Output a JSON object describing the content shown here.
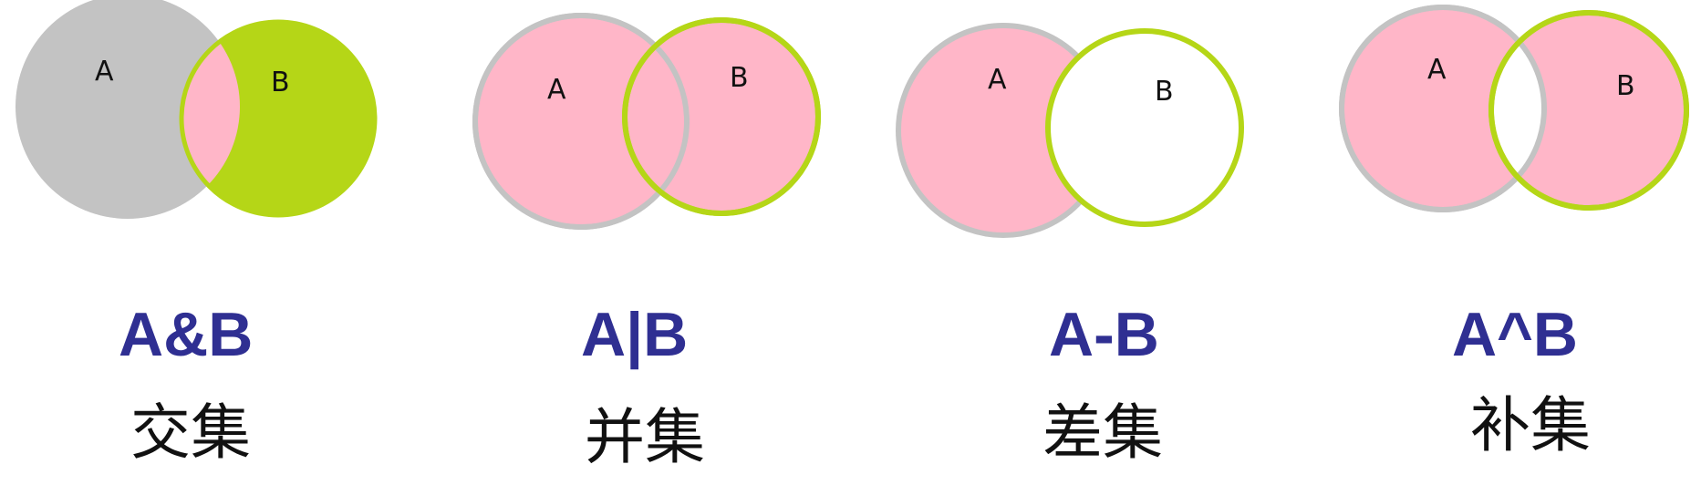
{
  "colors": {
    "set_a_gray": "#c3c3c3",
    "set_b_green": "#b5d617",
    "highlight_pink": "#ffb6c8",
    "label_navy": "#2f2f92",
    "text_black": "#111111"
  },
  "diagrams": [
    {
      "id": "intersection",
      "set_a_label": "A",
      "set_b_label": "B",
      "symbol": "A&B",
      "name": "交集",
      "highlighted": "A∩B"
    },
    {
      "id": "union",
      "set_a_label": "A",
      "set_b_label": "B",
      "symbol": "A|B",
      "name": "并集",
      "highlighted": "A∪B"
    },
    {
      "id": "difference",
      "set_a_label": "A",
      "set_b_label": "B",
      "symbol": "A-B",
      "name": "差集",
      "highlighted": "A−B"
    },
    {
      "id": "symmetric-difference",
      "set_a_label": "A",
      "set_b_label": "B",
      "symbol": "A^B",
      "name": "补集",
      "highlighted": "A△B"
    }
  ]
}
